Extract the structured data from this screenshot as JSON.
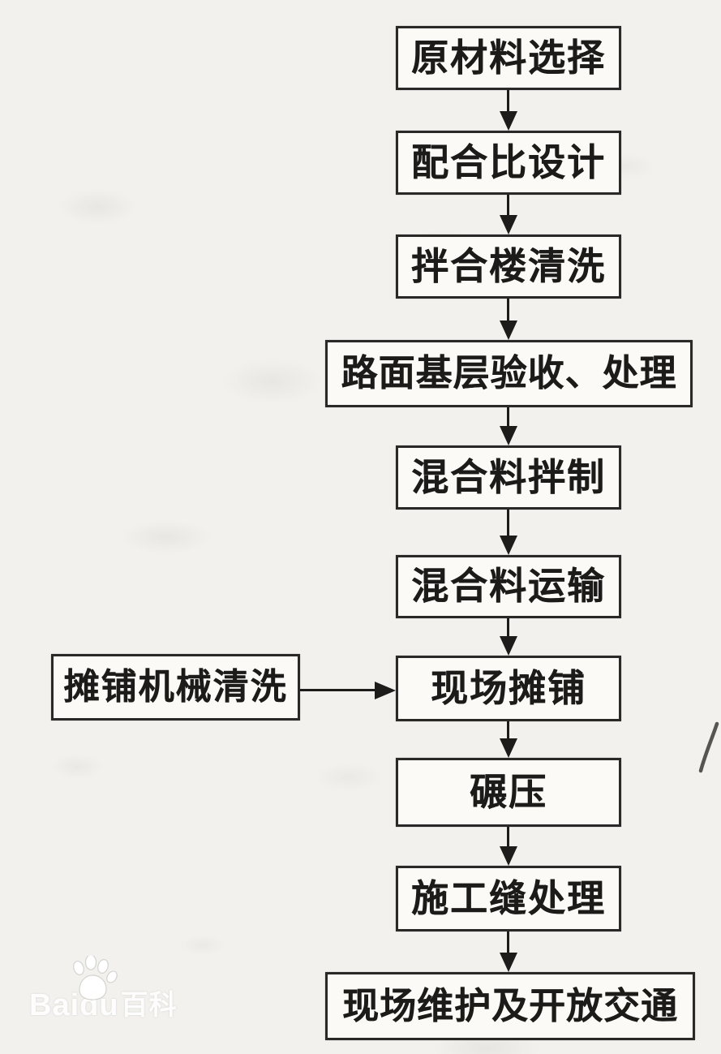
{
  "flowchart": {
    "nodes": [
      {
        "label": "原材料选择"
      },
      {
        "label": "配合比设计"
      },
      {
        "label": "拌合楼清洗"
      },
      {
        "label": "路面基层验收、处理"
      },
      {
        "label": "混合料拌制"
      },
      {
        "label": "混合料运输"
      },
      {
        "label": "现场摊铺"
      },
      {
        "label": "碾压"
      },
      {
        "label": "施工缝处理"
      },
      {
        "label": "现场维护及开放交通"
      }
    ],
    "side_node": {
      "label": "摊铺机械清洗"
    },
    "connectors": {
      "down_arrow_count": 9,
      "side_arrow": "right"
    },
    "colors": {
      "paper": "#f2f1ee",
      "box_fill": "#fbfaf7",
      "box_border": "#2a2927",
      "arrow": "#1d1c1a",
      "text": "#1c1b19"
    }
  },
  "watermark": {
    "text_1": "Bai",
    "text_2": "du",
    "text_3": "百科",
    "icon": "baidu-paw-icon"
  }
}
